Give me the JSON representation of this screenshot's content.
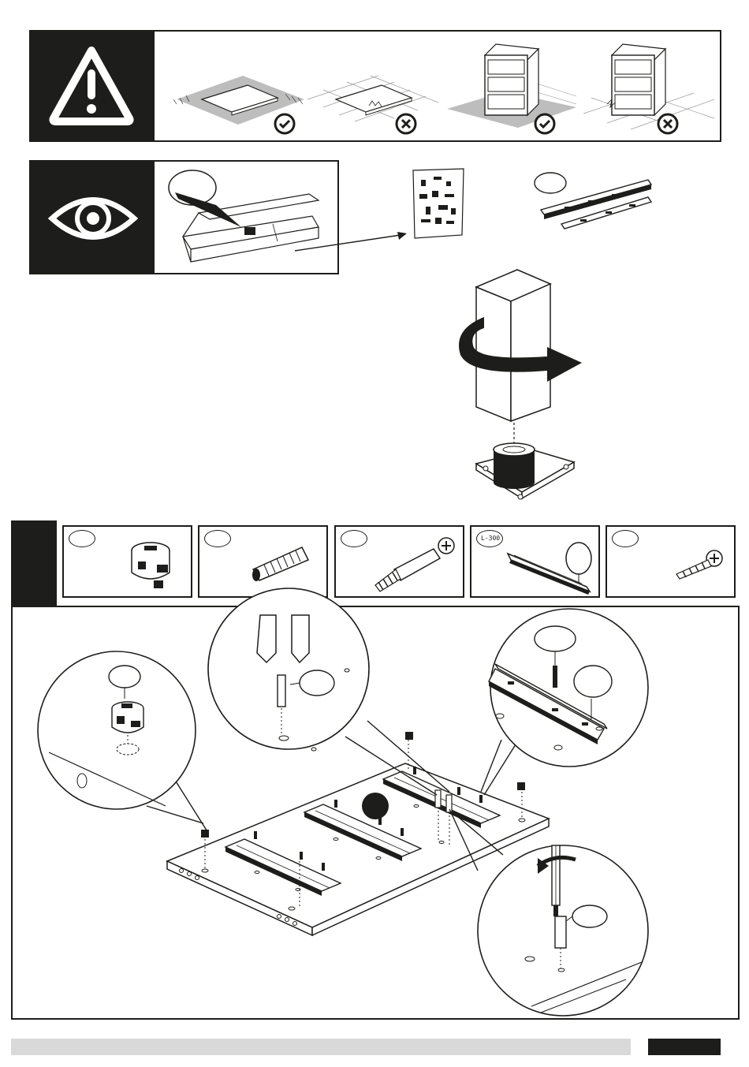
{
  "warning": {
    "icon": "warning-triangle-icon",
    "surfaces": [
      {
        "name": "soft-mat-panel",
        "status": "check-icon"
      },
      {
        "name": "hard-floor-panel",
        "status": "cross-icon"
      },
      {
        "name": "soft-mat-cabinet",
        "status": "check-icon"
      },
      {
        "name": "hard-floor-cabinet",
        "status": "cross-icon"
      }
    ]
  },
  "inspection": {
    "icon": "eye-icon",
    "items": [
      "fittings-bag",
      "drawer-runners"
    ]
  },
  "leveling": {
    "icon": "rotate-arrow-icon"
  },
  "step": {
    "parts": [
      {
        "name": "cam-lock",
        "label": ""
      },
      {
        "name": "wooden-dowel",
        "label": ""
      },
      {
        "name": "cam-bolt",
        "label": ""
      },
      {
        "name": "drawer-runner",
        "label": "L-300"
      },
      {
        "name": "screw",
        "label": ""
      }
    ]
  },
  "colors": {
    "ink": "#1d1d1b",
    "mat": "#bdbdbd",
    "footer": "#d9d9d9"
  }
}
